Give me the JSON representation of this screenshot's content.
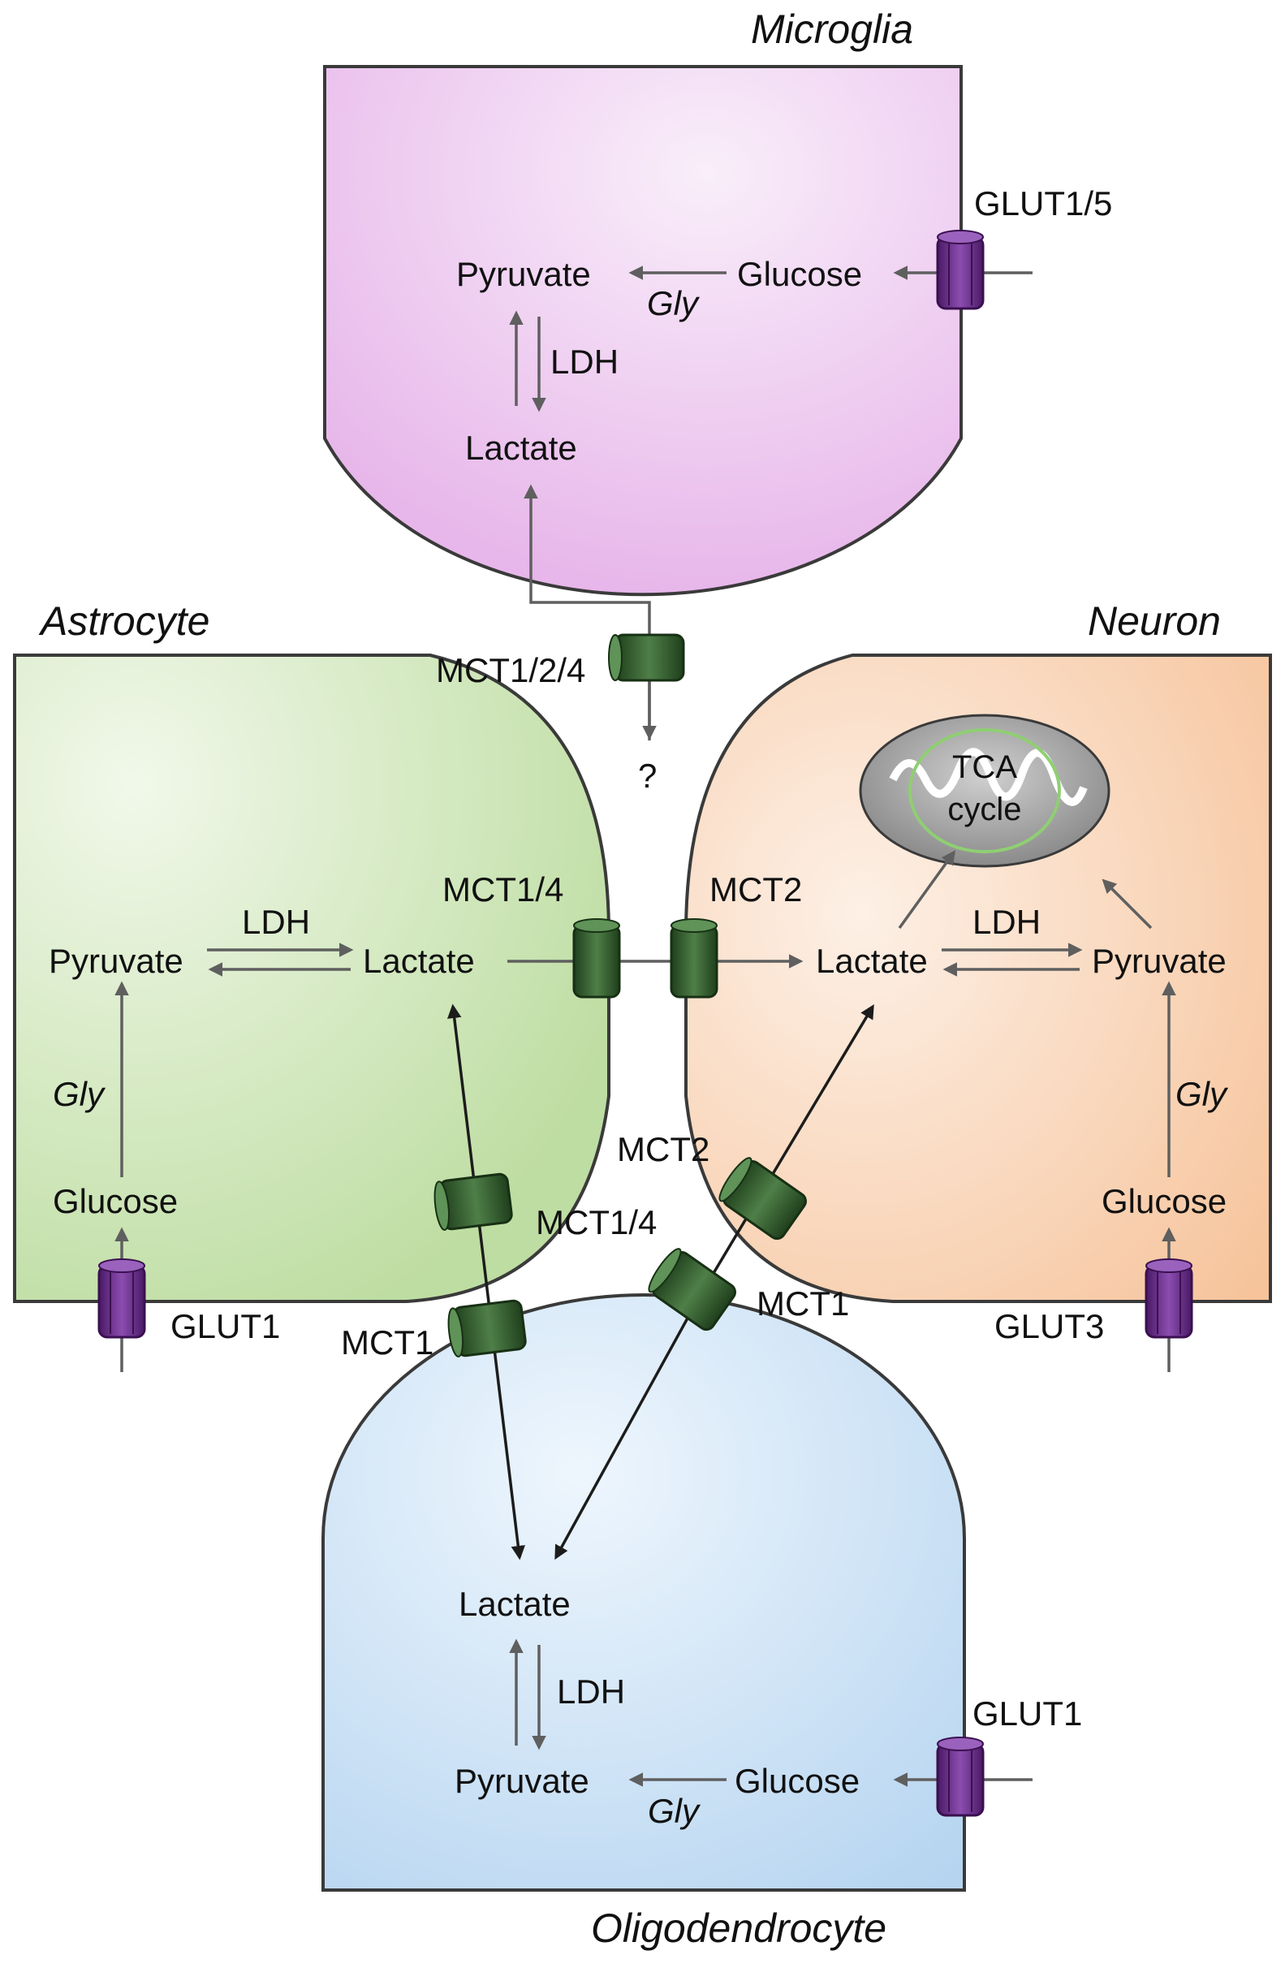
{
  "cells": {
    "microglia": {
      "title": "Microglia",
      "pyruvate": "Pyruvate",
      "glucose": "Glucose",
      "lactate": "Lactate",
      "gly": "Gly",
      "ldh": "LDH",
      "glut": "GLUT1/5",
      "mct": "MCT1/2/4",
      "unknown": "?"
    },
    "astrocyte": {
      "title": "Astrocyte",
      "pyruvate": "Pyruvate",
      "lactate": "Lactate",
      "glucose": "Glucose",
      "gly": "Gly",
      "ldh": "LDH",
      "glut": "GLUT1",
      "mct_neuron": "MCT1/4",
      "mct_oligo": "MCT1/4"
    },
    "neuron": {
      "title": "Neuron",
      "lactate": "Lactate",
      "pyruvate": "Pyruvate",
      "glucose": "Glucose",
      "gly": "Gly",
      "ldh": "LDH",
      "glut": "GLUT3",
      "mct_astro": "MCT2",
      "mct_oligo": "MCT2",
      "tca_line1": "TCA",
      "tca_line2": "cycle"
    },
    "oligodendrocyte": {
      "title": "Oligodendrocyte",
      "lactate": "Lactate",
      "pyruvate": "Pyruvate",
      "glucose": "Glucose",
      "gly": "Gly",
      "ldh": "LDH",
      "glut": "GLUT1",
      "mct_astro": "MCT1",
      "mct_neuron": "MCT1"
    }
  },
  "colors": {
    "microglia": "#e8b8ea",
    "astrocyte": "#c3e0a8",
    "neuron": "#f8c9a3",
    "oligodendrocyte": "#bcd8f1",
    "glut_transporter": "#6b2d8c",
    "mct_transporter": "#2f5a2b",
    "arrow": "#5f5f5f"
  }
}
